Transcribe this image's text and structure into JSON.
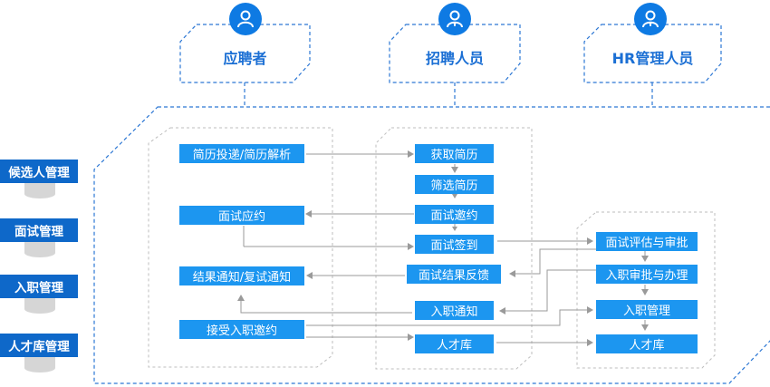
{
  "colors": {
    "primary": "#1c96f0",
    "dark": "#0e68c9",
    "dashed": "#2c77d4",
    "gray": "#b9b9b9",
    "line": "#9a9a9a"
  },
  "sidebar": {
    "items": [
      {
        "label": "候选人管理",
        "icon": "database-icon"
      },
      {
        "label": "面试管理",
        "icon": "database-icon"
      },
      {
        "label": "入职管理",
        "icon": "database-icon"
      },
      {
        "label": "人才库管理",
        "icon": "database-icon"
      }
    ]
  },
  "roles": [
    {
      "label": "应聘者",
      "icon": "user-icon"
    },
    {
      "label": "招聘人员",
      "icon": "user-tie-icon"
    },
    {
      "label": "HR管理人员",
      "icon": "user-tie-icon"
    }
  ],
  "columns": {
    "applicant": [
      "简历投递/简历解析",
      "面试应约",
      "结果通知/复试通知",
      "接受入职邀约"
    ],
    "recruiter": [
      "获取简历",
      "筛选简历",
      "面试邀约",
      "面试签到",
      "面试结果反馈",
      "入职通知",
      "人才库"
    ],
    "hr": [
      "面试评估与审批",
      "入职审批与办理",
      "入职管理",
      "人才库"
    ]
  }
}
